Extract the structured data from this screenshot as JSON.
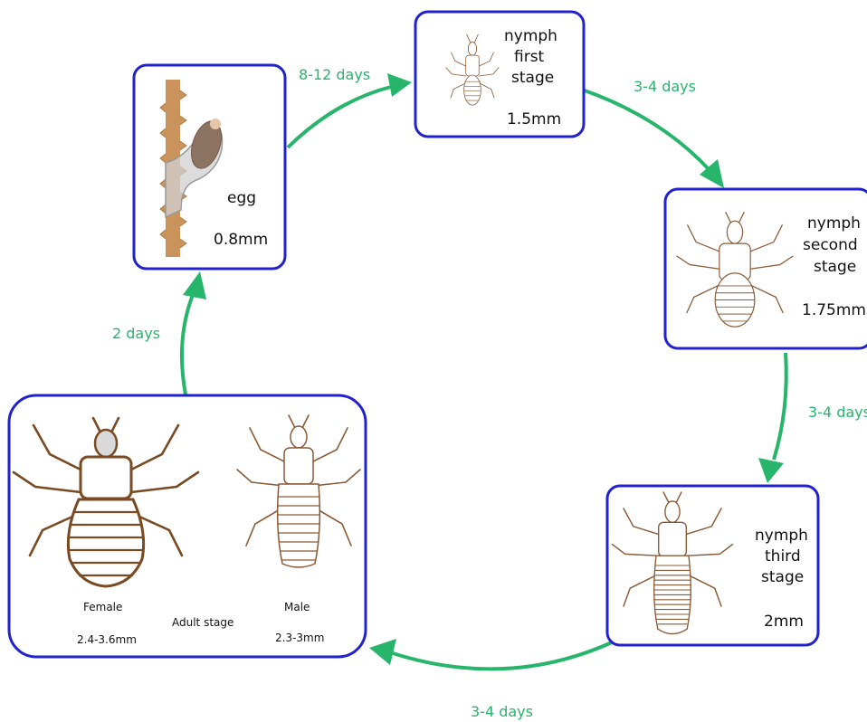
{
  "stages": {
    "egg": {
      "name": "egg",
      "size": "0.8mm"
    },
    "nymph1": {
      "line1": "nymph",
      "line2": "first",
      "line3": "stage",
      "size": "1.5mm"
    },
    "nymph2": {
      "line1": "nymph",
      "line2": "second",
      "line3": "stage",
      "size": "1.75mm"
    },
    "nymph3": {
      "line1": "nymph",
      "line2": "third",
      "line3": "stage",
      "size": "2mm"
    },
    "adult": {
      "female_label": "Female",
      "female_size": "2.4-3.6mm",
      "stage_label": "Adult stage",
      "male_label": "Male",
      "male_size": "2.3-3mm"
    }
  },
  "transitions": {
    "egg_to_nymph1": "8-12 days",
    "nymph1_to_nymph2": "3-4 days",
    "nymph2_to_nymph3": "3-4 days",
    "nymph3_to_adult": "3-4 days",
    "adult_to_egg": "2 days"
  },
  "colors": {
    "box_border": "#2222cc",
    "arrow": "#27b56c",
    "louse_outline": "#8a5a36"
  }
}
